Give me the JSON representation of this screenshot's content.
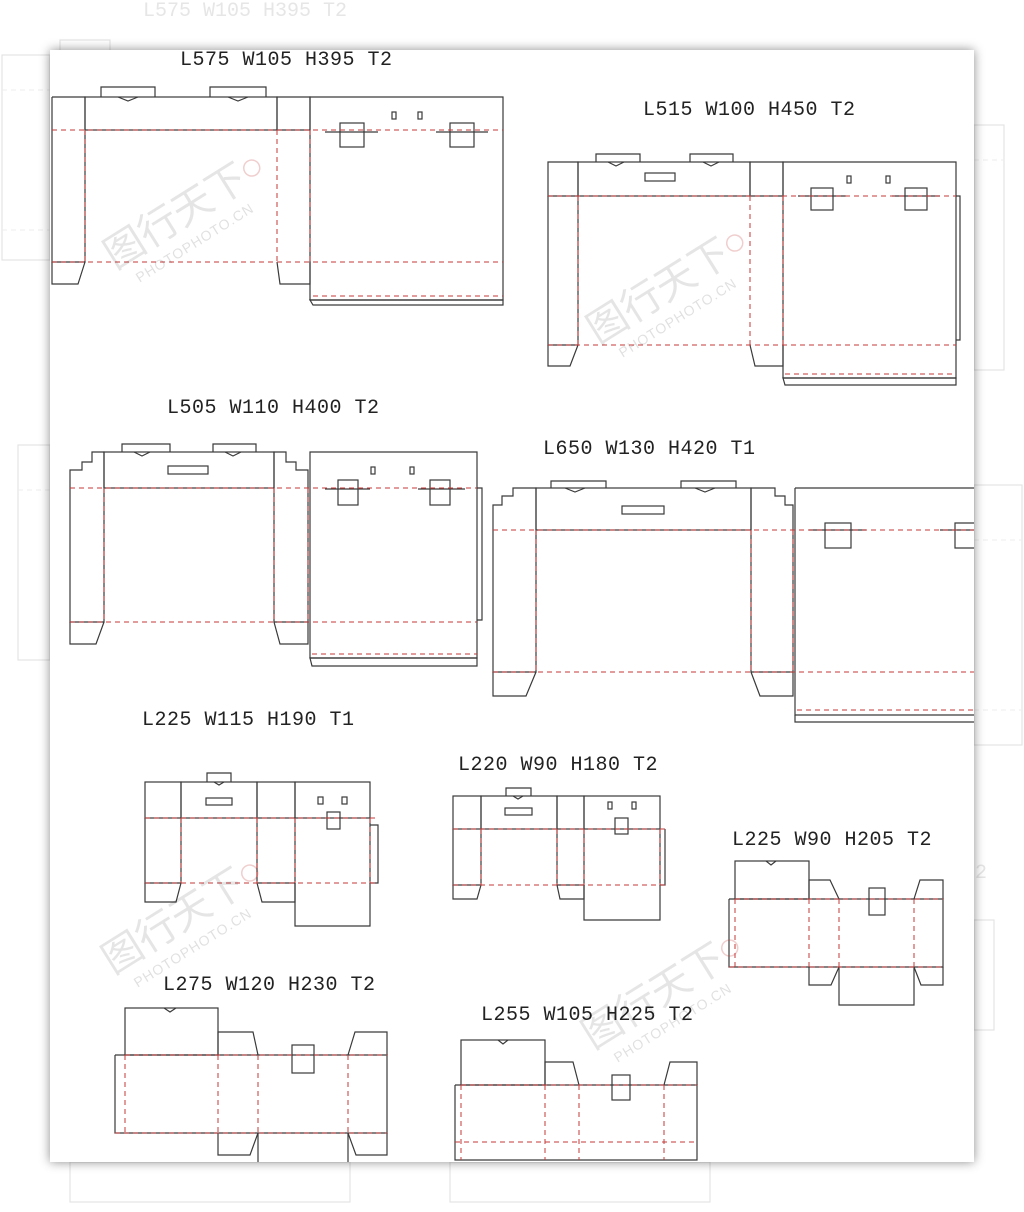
{
  "background": {
    "ghost_label": "L575 W105 H395 T2",
    "ghost_digit": "2"
  },
  "diagrams": [
    {
      "label": "L575 W105 H395 T2"
    },
    {
      "label": "L515 W100 H450 T2"
    },
    {
      "label": "L505 W110 H400 T2"
    },
    {
      "label": "L650 W130 H420 T1"
    },
    {
      "label": "L225 W115 H190 T1"
    },
    {
      "label": "L220 W90 H180 T2"
    },
    {
      "label": "L225 W90 H205 T2"
    },
    {
      "label": "L275 W120 H230 T2"
    },
    {
      "label": "L255 W105 H225 T2"
    }
  ],
  "watermark": {
    "brand_cjk": "图行天下",
    "brand_url": "PHOTOPHOTO.CN"
  },
  "colors": {
    "cut_line": "#3a3a3a",
    "fold_line": "#c43a3a",
    "sheet": "#ffffff"
  }
}
